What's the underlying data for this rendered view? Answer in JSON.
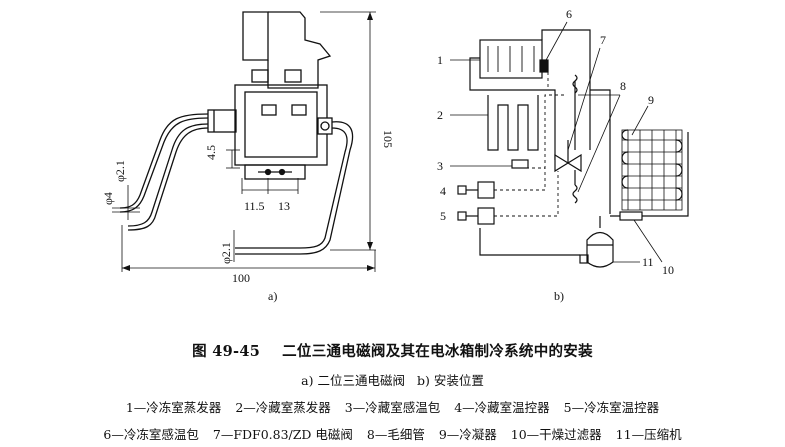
{
  "figure_a": {
    "dims": {
      "d1": "4.5",
      "d2": "11.5",
      "d3": "13",
      "d4": "105",
      "d5": "100",
      "d6": "φ2.1",
      "d7": "φ4",
      "d8": "φ2.1"
    },
    "sublabel": "a)"
  },
  "figure_b": {
    "callouts": [
      "1",
      "2",
      "3",
      "4",
      "5",
      "6",
      "7",
      "8",
      "9",
      "10",
      "11"
    ],
    "sublabel": "b)"
  },
  "caption": {
    "number": "图 49-45",
    "title": "二位三通电磁阀及其在电冰箱制冷系统中的安装",
    "sub_a": "a) 二位三通电磁阀",
    "sub_b": "b) 安装位置"
  },
  "legend": {
    "line1": [
      "1—冷冻室蒸发器",
      "2—冷藏室蒸发器",
      "3—冷藏室感温包",
      "4—冷藏室温控器",
      "5—冷冻室温控器"
    ],
    "line2": [
      "6—冷冻室感温包",
      "7—FDF0.83/ZD 电磁阀",
      "8—毛细管",
      "9—冷凝器",
      "10—干燥过滤器",
      "11—压缩机"
    ]
  }
}
